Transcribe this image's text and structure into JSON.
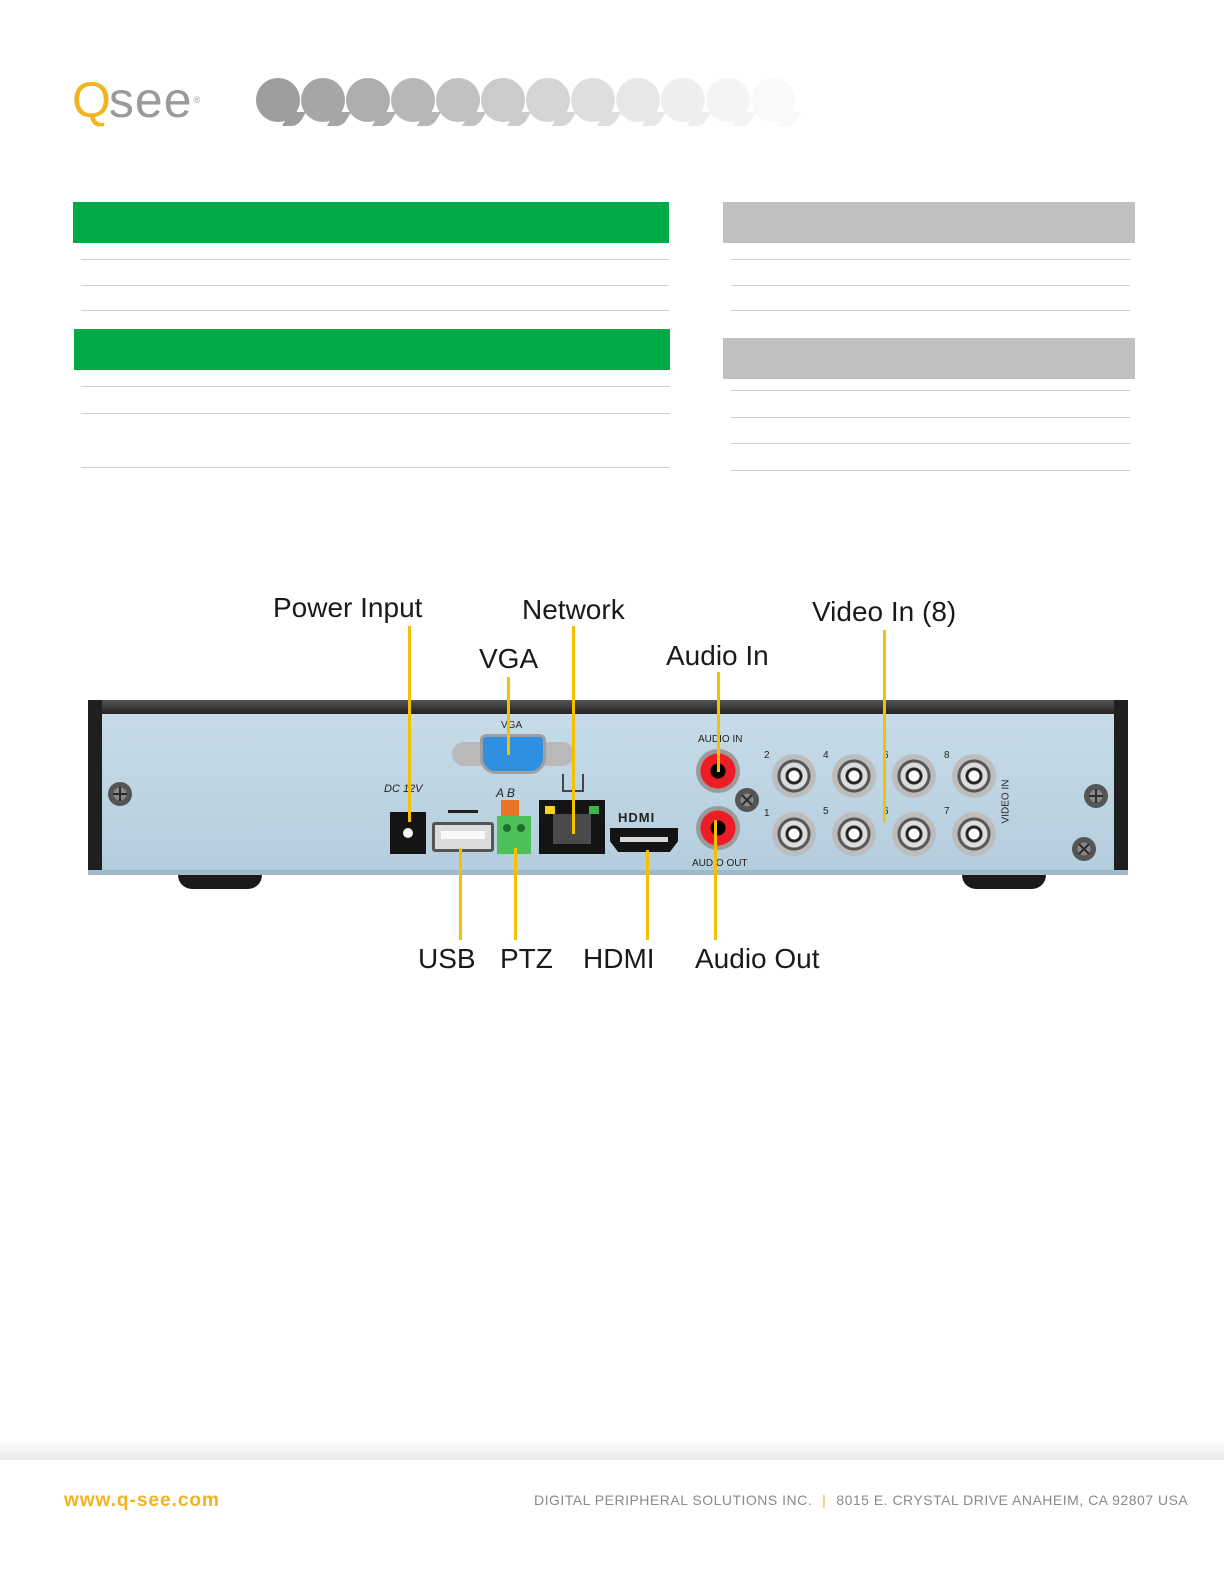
{
  "brand": {
    "logo_q": "Q",
    "logo_see": "see",
    "logo_reg": "®",
    "accent_color": "#f2b320"
  },
  "spec_sections": {
    "left_color": "#00aa46",
    "right_color": "#c0c0c0"
  },
  "diagram": {
    "callouts_top": {
      "power_input": "Power Input",
      "network": "Network",
      "video_in": "Video In (8)",
      "vga": "VGA",
      "audio_in": "Audio In"
    },
    "callouts_bottom": {
      "usb": "USB",
      "ptz": "PTZ",
      "hdmi": "HDMI",
      "audio_out": "Audio Out"
    },
    "panel_labels": {
      "vga": "VGA",
      "dc": "DC 12V",
      "ab": "A B",
      "hdmi": "HDMI",
      "audio_in": "AUDIO IN",
      "audio_out": "AUDIO OUT",
      "video_in": "VIDEO IN",
      "channel_numbers": [
        "2",
        "4",
        "6",
        "8",
        "1",
        "5",
        "6",
        "7"
      ]
    }
  },
  "footer": {
    "url": "www.q-see.com",
    "company": "DIGITAL PERIPHERAL SOLUTIONS INC.",
    "separator": "|",
    "address": "8015 E. CRYSTAL DRIVE ANAHEIM, CA 92807 USA"
  }
}
